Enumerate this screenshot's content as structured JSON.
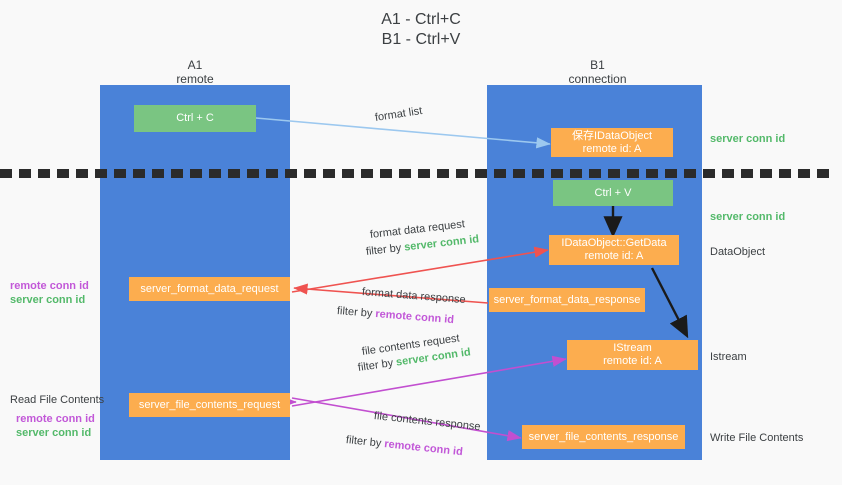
{
  "title": {
    "line1": "A1 - Ctrl+C",
    "line2": "B1 - Ctrl+V"
  },
  "columns": [
    {
      "name": "A1",
      "sub": "remote"
    },
    {
      "name": "B1",
      "sub": "connection"
    }
  ],
  "boxes": {
    "ctrl_c": {
      "line1": "Ctrl + C"
    },
    "ctrl_v": {
      "line1": "Ctrl + V"
    },
    "save_dataobject": {
      "line1": "保存IDataObject",
      "line2": "remote id: A"
    },
    "getdata": {
      "line1": "IDataObject::GetData",
      "line2": "remote id: A"
    },
    "istream": {
      "line1": "IStream",
      "line2": "remote id: A"
    },
    "format_data_request": {
      "line1": "server_format_data_request"
    },
    "format_data_response": {
      "line1": "server_format_data_response"
    },
    "file_contents_request": {
      "line1": "server_file_contents_request"
    },
    "file_contents_response": {
      "line1": "server_file_contents_response"
    }
  },
  "arrow_labels": {
    "format_list": "format list",
    "format_data_request": "format data request",
    "format_data_request_filter_prefix": "filter by ",
    "format_data_request_filter_key": "server conn id",
    "format_data_response": "format data response",
    "format_data_response_filter_prefix": "filter by ",
    "format_data_response_filter_key": "remote conn id",
    "file_contents_request": "file contents request",
    "file_contents_request_filter_prefix": "filter by ",
    "file_contents_request_filter_key": "server conn id",
    "file_contents_response": "file contents response",
    "file_contents_response_filter_prefix": "filter by ",
    "file_contents_response_filter_key": "remote conn id"
  },
  "right_labels": {
    "server_conn_id_top": "server conn id",
    "server_conn_id_mid": "server conn id",
    "dataobject": "DataObject",
    "istream": "Istream",
    "write_file_contents": "Write File Contents"
  },
  "left_labels": {
    "remote_conn_id_mid": "remote conn id",
    "server_conn_id_mid": "server conn id",
    "read_file_contents": "Read File Contents",
    "remote_conn_id_bottom": "remote conn id",
    "server_conn_id_bottom": "server conn id"
  },
  "colors": {
    "lane": "#4a82d8",
    "green_box": "#7ac582",
    "orange_box": "#fcad4f",
    "green_text": "#53b96a",
    "purple_text": "#c258d8",
    "red_arrow": "#ef5350",
    "magenta_arrow": "#c24fd0",
    "light_blue_arrow": "#9cc8ef",
    "black_arrow": "#1a1a1a",
    "background": "#f9f9f9"
  }
}
